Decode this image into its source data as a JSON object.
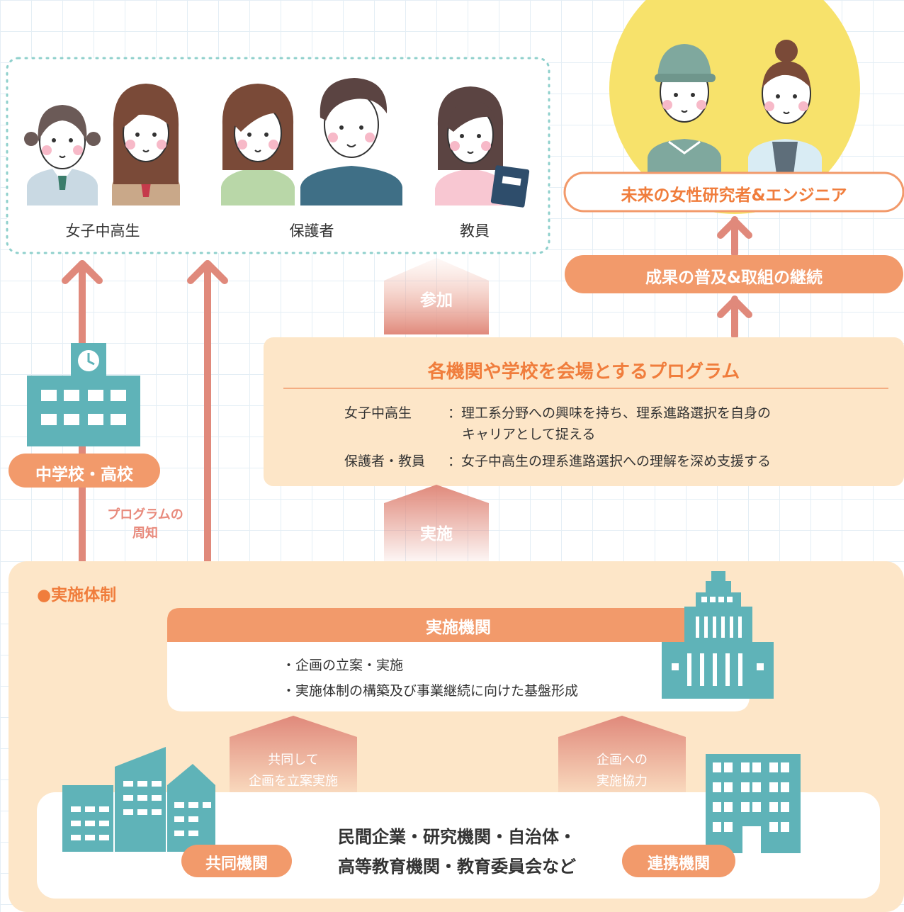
{
  "participants": {
    "girls_label": "女子中高生",
    "parents_label": "保護者",
    "teachers_label": "教員"
  },
  "future": {
    "label": "未来の女性研究者&エンジニア"
  },
  "spread": {
    "label": "成果の普及&取組の継続"
  },
  "arrows": {
    "participate": "参加",
    "implement": "実施",
    "notice_line1": "プログラムの",
    "notice_line2": "周知"
  },
  "school": {
    "label": "中学校・高校"
  },
  "program": {
    "title": "各機関や学校を会場とするプログラム",
    "row1_key": "女子中高生",
    "row1_text1": "：理工系分野への興味を持ち、理系進路選択を自身の",
    "row1_text2": "キャリアとして捉える",
    "row2_key": "保護者・教員",
    "row2_text": "：女子中高生の理系進路選択への理解を深め支援する"
  },
  "system": {
    "heading": "●実施体制",
    "org_title": "実施機関",
    "org_item1": "・企画の立案・実施",
    "org_item2": "・実施体制の構築及び事業継続に向けた基盤形成",
    "joint_arrow_line1": "共同して",
    "joint_arrow_line2": "企画を立案実施",
    "coop_arrow_line1": "企画への",
    "coop_arrow_line2": "実施協力",
    "partners_line1": "民間企業・研究機関・自治体・",
    "partners_line2": "高等教育機関・教育委員会など",
    "joint_label": "共同機関",
    "coop_label": "連携機関"
  },
  "colors": {
    "orange": "#f29a6b",
    "orange_text": "#f07d3c",
    "arrow": "#e0897b",
    "teal": "#5fb3b8",
    "cream": "#fde6c8",
    "yellow": "#f7e26b"
  }
}
